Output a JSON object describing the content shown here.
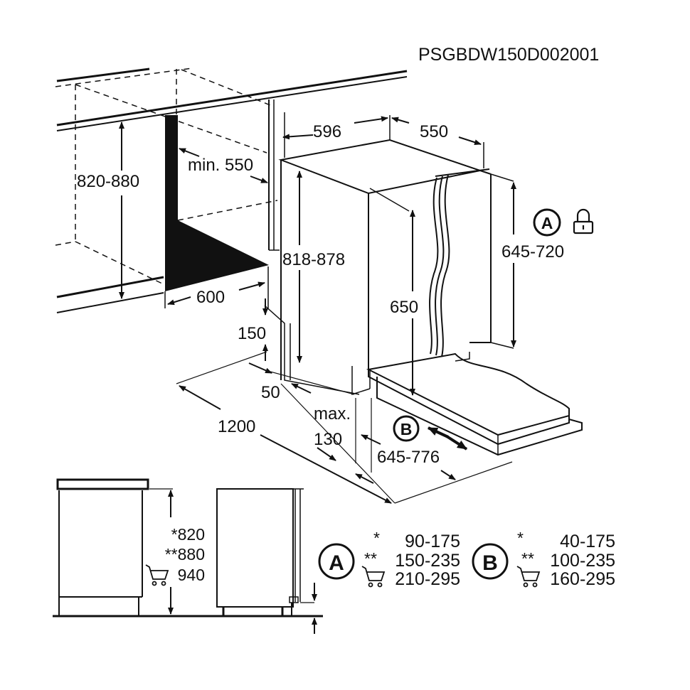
{
  "code": "PSGBDW150D002001",
  "niche": {
    "height": "820-880",
    "depth": "min. 550",
    "width": "600"
  },
  "appliance": {
    "width": "596",
    "depth": "550",
    "height": "818-878",
    "inner_height": "650",
    "door_height_range": "645-720",
    "plinth_height": "150",
    "plinth_setback": "50",
    "floor_clearance": "1200",
    "max_label": "max.",
    "max_value": "130",
    "door_travel": "645-776"
  },
  "markers": {
    "a": "A",
    "b": "B"
  },
  "heights": {
    "star1": "*820",
    "star2": "**880",
    "cart": "940"
  },
  "table_a": {
    "label": "A",
    "rows": [
      {
        "mark": "*",
        "value": "90-175"
      },
      {
        "mark": "**",
        "value": "150-235"
      },
      {
        "mark": "cart",
        "value": "210-295"
      }
    ]
  },
  "table_b": {
    "label": "B",
    "rows": [
      {
        "mark": "*",
        "value": "40-175"
      },
      {
        "mark": "**",
        "value": "100-235"
      },
      {
        "mark": "cart",
        "value": "160-295"
      }
    ]
  }
}
